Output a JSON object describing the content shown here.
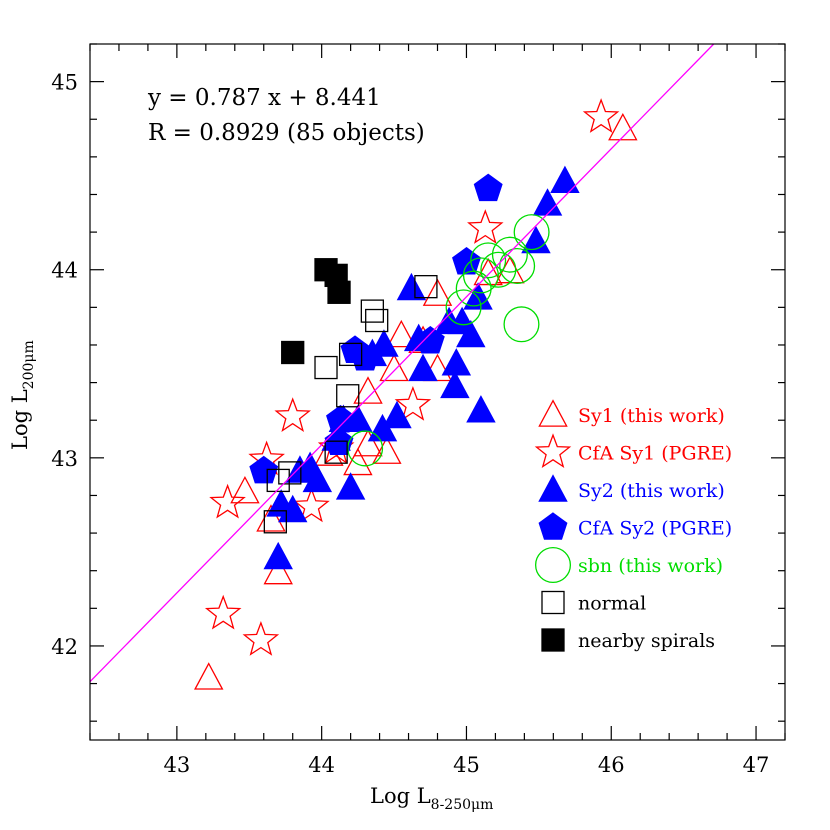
{
  "chart_data": {
    "type": "scatter",
    "xlabel_main": "Log L",
    "xlabel_sub": "8-250μm",
    "ylabel_main": "Log L",
    "ylabel_sub": "200μm",
    "xlim": [
      42.4,
      47.2
    ],
    "ylim": [
      41.5,
      45.2
    ],
    "xticks": [
      43,
      44,
      45,
      46,
      47
    ],
    "yticks": [
      42,
      43,
      44,
      45
    ],
    "grid": false,
    "legend_position": "right",
    "annotation_fit": "y = 0.787 x + 8.441",
    "annotation_r": "R = 0.8929 (85 objects)",
    "fit_line": {
      "slope": 0.787,
      "intercept": 8.441,
      "color": "#ff00ff"
    },
    "series": [
      {
        "name": "Sy1 (this work)",
        "marker": "triangle-open",
        "color": "#ff0000",
        "points": [
          [
            43.22,
            41.83
          ],
          [
            43.47,
            42.82
          ],
          [
            43.65,
            42.67
          ],
          [
            43.7,
            42.39
          ],
          [
            44.05,
            43.02
          ],
          [
            44.25,
            42.97
          ],
          [
            44.32,
            43.35
          ],
          [
            44.32,
            43.07
          ],
          [
            44.45,
            43.03
          ],
          [
            44.5,
            43.47
          ],
          [
            44.55,
            43.65
          ],
          [
            44.7,
            43.62
          ],
          [
            44.8,
            43.87
          ],
          [
            44.8,
            43.47
          ],
          [
            45.15,
            43.98
          ],
          [
            45.3,
            43.99
          ],
          [
            46.08,
            44.75
          ]
        ]
      },
      {
        "name": "CfA Sy1 (PGRE)",
        "marker": "star-open",
        "color": "#ff0000",
        "points": [
          [
            43.32,
            42.17
          ],
          [
            43.35,
            42.76
          ],
          [
            43.58,
            42.03
          ],
          [
            43.62,
            42.99
          ],
          [
            43.8,
            43.22
          ],
          [
            43.93,
            42.74
          ],
          [
            44.1,
            43.05
          ],
          [
            44.63,
            43.28
          ],
          [
            45.13,
            44.22
          ],
          [
            45.93,
            44.81
          ]
        ]
      },
      {
        "name": "Sy2 (this work)",
        "marker": "triangle-filled",
        "color": "#0000ff",
        "points": [
          [
            43.7,
            42.47
          ],
          [
            43.72,
            42.75
          ],
          [
            43.8,
            42.72
          ],
          [
            43.85,
            42.93
          ],
          [
            43.92,
            42.95
          ],
          [
            43.97,
            42.88
          ],
          [
            44.1,
            43.1
          ],
          [
            44.15,
            43.2
          ],
          [
            44.2,
            42.84
          ],
          [
            44.25,
            43.2
          ],
          [
            44.35,
            43.55
          ],
          [
            44.42,
            43.15
          ],
          [
            44.43,
            43.6
          ],
          [
            44.52,
            43.22
          ],
          [
            44.62,
            43.9
          ],
          [
            44.67,
            43.63
          ],
          [
            44.7,
            43.47
          ],
          [
            44.88,
            43.72
          ],
          [
            44.92,
            43.38
          ],
          [
            44.93,
            43.5
          ],
          [
            44.97,
            43.72
          ],
          [
            45.03,
            43.65
          ],
          [
            45.08,
            43.85
          ],
          [
            45.1,
            43.25
          ],
          [
            45.48,
            44.15
          ],
          [
            45.56,
            44.35
          ],
          [
            45.68,
            44.47
          ]
        ]
      },
      {
        "name": "CfA Sy2 (PGRE)",
        "marker": "pentagon-filled",
        "color": "#0000ff",
        "points": [
          [
            43.6,
            42.93
          ],
          [
            44.12,
            43.08
          ],
          [
            44.13,
            43.2
          ],
          [
            44.23,
            43.57
          ],
          [
            44.3,
            43.53
          ],
          [
            44.75,
            43.62
          ],
          [
            45.0,
            44.04
          ],
          [
            45.15,
            44.43
          ]
        ]
      },
      {
        "name": "sbn (this work)",
        "marker": "circle-open",
        "color": "#00dd00",
        "points": [
          [
            44.3,
            43.05
          ],
          [
            44.98,
            43.8
          ],
          [
            45.05,
            43.9
          ],
          [
            45.1,
            43.97
          ],
          [
            45.15,
            44.05
          ],
          [
            45.22,
            44.0
          ],
          [
            45.3,
            44.08
          ],
          [
            45.35,
            44.02
          ],
          [
            45.38,
            43.71
          ],
          [
            45.45,
            44.2
          ]
        ]
      },
      {
        "name": "normal",
        "marker": "square-open",
        "color": "#000000",
        "points": [
          [
            43.68,
            42.66
          ],
          [
            43.7,
            42.88
          ],
          [
            43.78,
            42.92
          ],
          [
            44.03,
            43.48
          ],
          [
            44.1,
            43.03
          ],
          [
            44.18,
            43.33
          ],
          [
            44.2,
            43.55
          ],
          [
            44.35,
            43.78
          ],
          [
            44.38,
            43.73
          ],
          [
            44.72,
            43.91
          ]
        ]
      },
      {
        "name": "nearby spirals",
        "marker": "square-filled",
        "color": "#000000",
        "points": [
          [
            43.8,
            43.56
          ],
          [
            44.03,
            44.0
          ],
          [
            44.1,
            43.97
          ],
          [
            44.12,
            43.88
          ]
        ]
      }
    ]
  }
}
